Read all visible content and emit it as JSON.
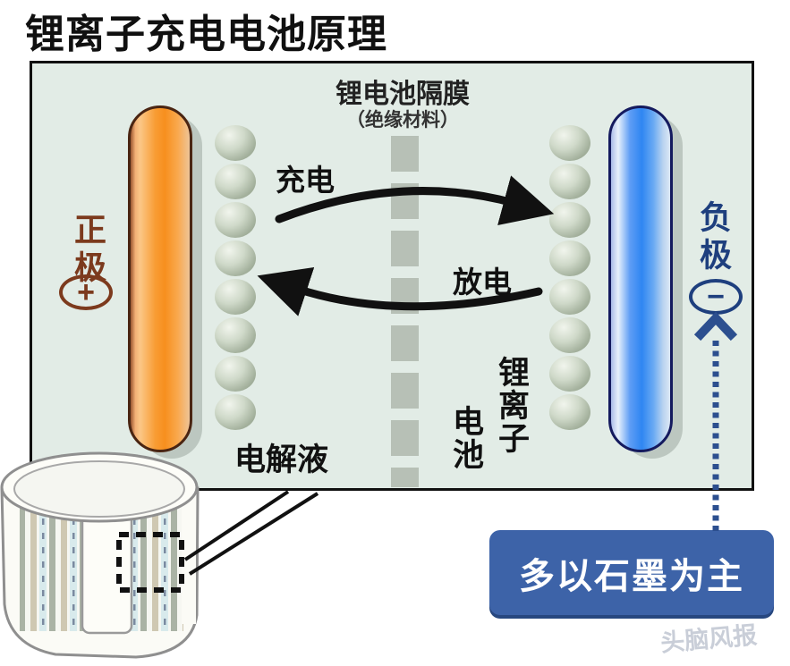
{
  "title": "锂离子充电电池原理",
  "watermark": "头脑风报",
  "diagram": {
    "separator_label": "锂电池隔膜",
    "separator_sublabel": "（绝缘材料）",
    "charge_label": "充电",
    "discharge_label": "放电",
    "electrolyte_label": "电解液",
    "battery_name_col_right": "锂离子",
    "battery_name_col_left": "电池",
    "positive_label": "正极",
    "positive_symbol": "+",
    "negative_label": "负极",
    "negative_symbol": "−",
    "ion_count_per_column": 8,
    "separator_dash_count": 8
  },
  "callout": {
    "text": "多以石墨为主"
  },
  "colors": {
    "box_bg": "#e2ece6",
    "positive_electrode": "#f78f1e",
    "negative_electrode": "#2f86f2",
    "positive_text": "#7c3a1d",
    "negative_text": "#1e3f7e",
    "callout_bg": "#3d63a8",
    "ion": "#b9c6b2",
    "separator_dash": "#b7c0b6",
    "arrow": "#111111",
    "dotted_arrow": "#2c4f8f"
  }
}
